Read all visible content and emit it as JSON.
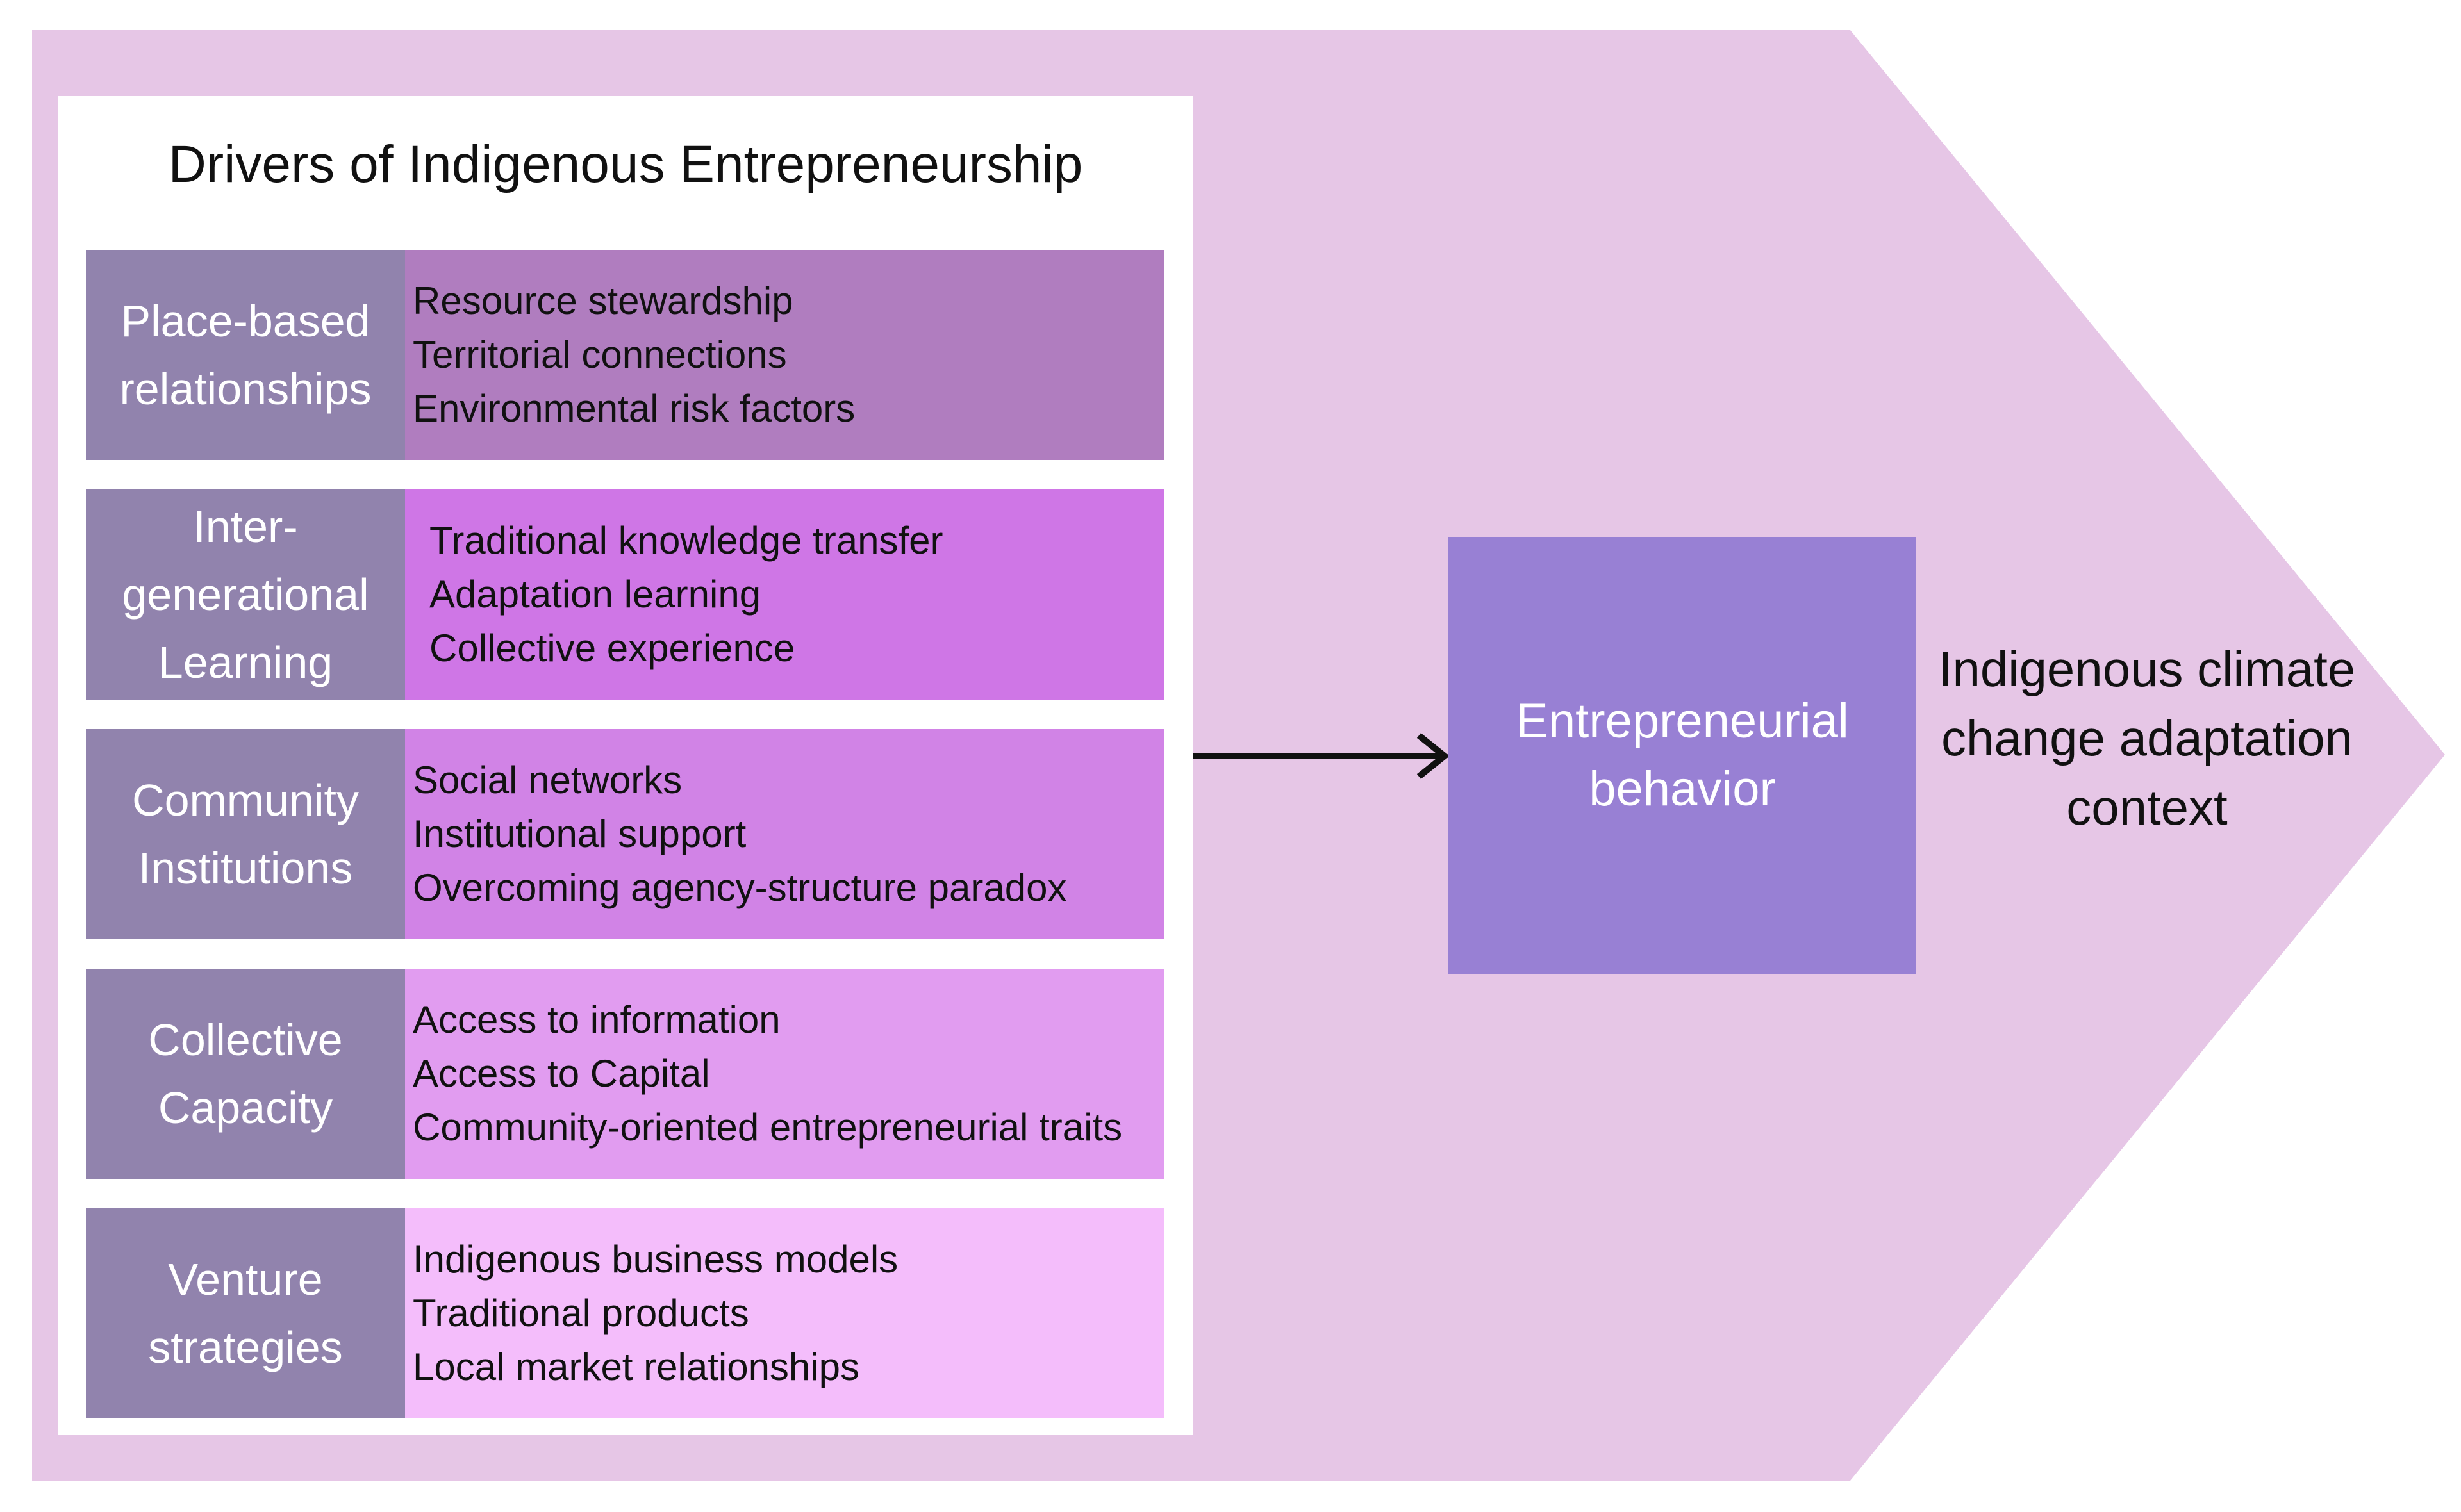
{
  "panel": {
    "title": "Drivers of Indigenous Entrepreneurship",
    "rows": [
      {
        "label_lines": [
          "Place-based",
          "relationships"
        ],
        "items": [
          "Resource stewardship",
          "Territorial connections",
          "Environmental risk factors"
        ],
        "color": "#b07dbf"
      },
      {
        "label_lines": [
          "Inter-",
          "generational",
          "Learning"
        ],
        "items": [
          "Traditional knowledge transfer",
          "Adaptation learning",
          "Collective experience"
        ],
        "color": "#cf76e6"
      },
      {
        "label_lines": [
          "Community",
          "Institutions"
        ],
        "items": [
          "Social networks",
          "Institutional support",
          "Overcoming agency-structure paradox"
        ],
        "color": "#d183e6"
      },
      {
        "label_lines": [
          "Collective",
          "Capacity"
        ],
        "items": [
          "Access to information",
          "Access to Capital",
          "Community-oriented entrepreneurial traits"
        ],
        "color": "#e19cf0"
      },
      {
        "label_lines": [
          "Venture",
          "strategies"
        ],
        "items": [
          "Indigenous business models",
          "Traditional products",
          "Local market relationships"
        ],
        "color": "#f4bdfb"
      }
    ]
  },
  "outcome": {
    "label_lines": [
      "Entrepreneurial",
      "behavior"
    ]
  },
  "context": {
    "label_lines": [
      "Indigenous climate",
      "change adaptation",
      "context"
    ]
  },
  "colors": {
    "background_arrow": "#e6c6e6",
    "label_cell": "#9183ad",
    "outcome_box": "#9880d4"
  }
}
